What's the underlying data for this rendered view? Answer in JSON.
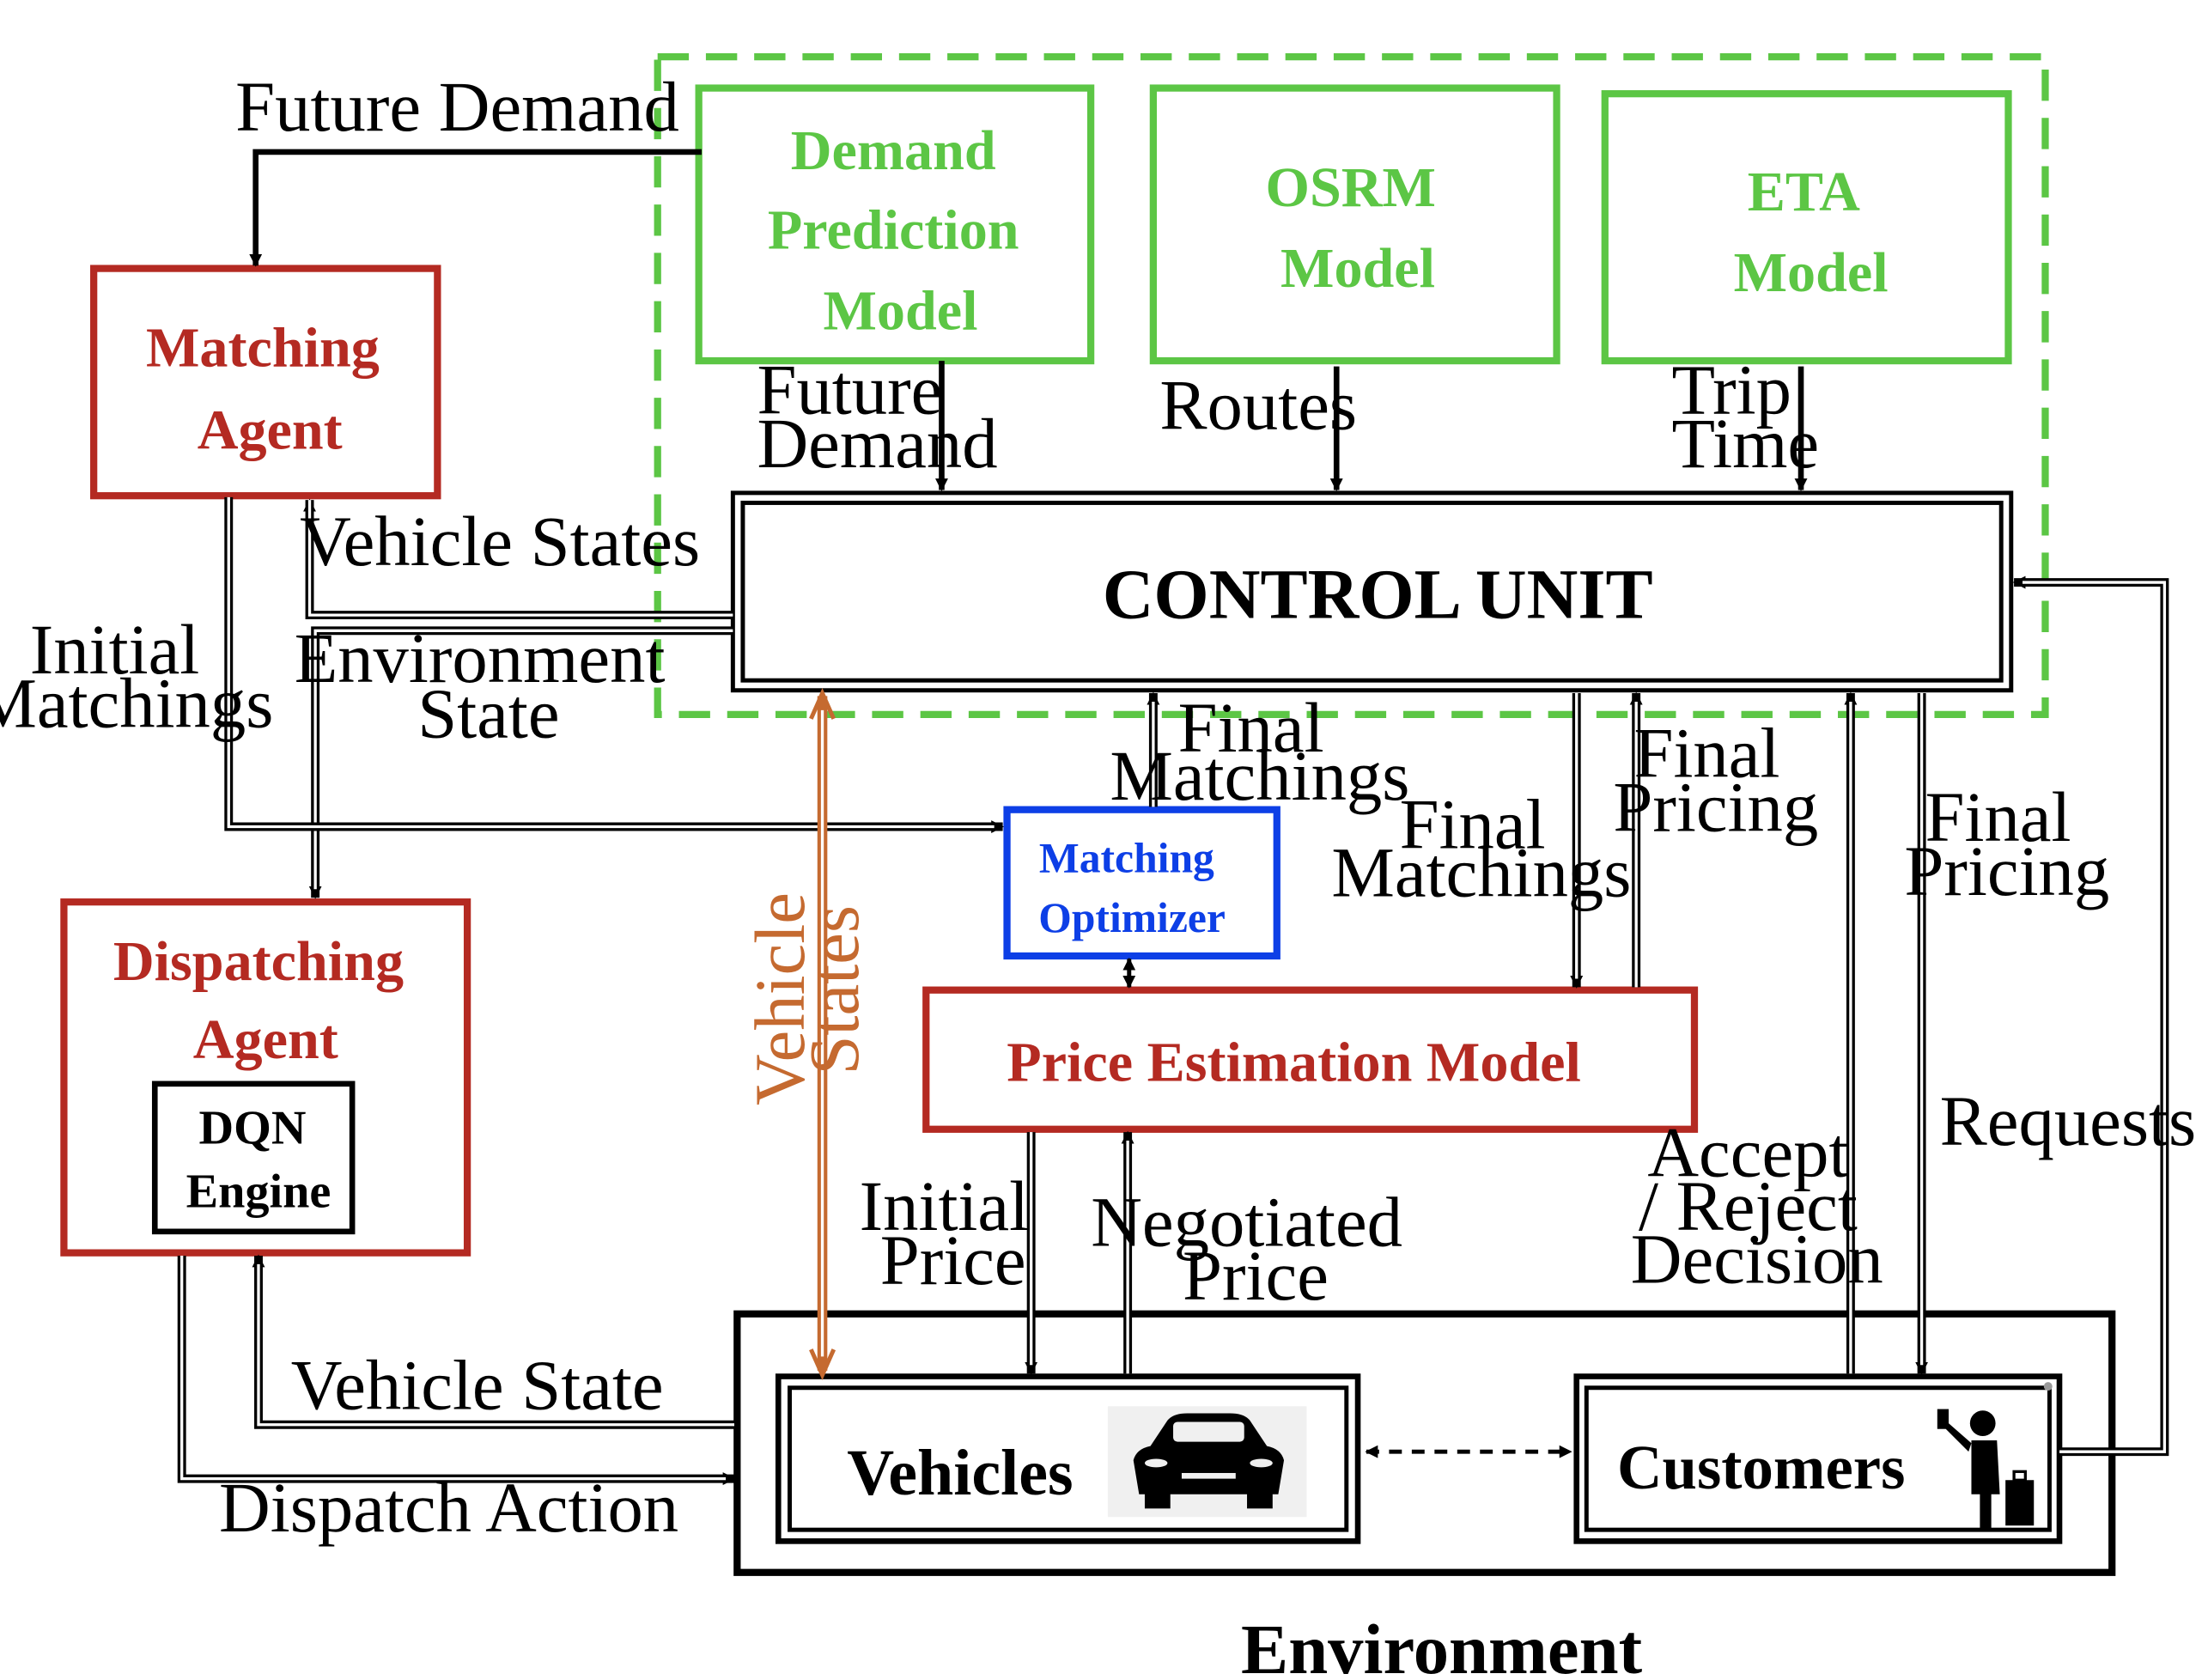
{
  "colors": {
    "green": "#5cc645",
    "red": "#b42a22",
    "blue": "#0d3fe6",
    "orange": "#c56a30",
    "black": "#000000"
  },
  "components": {
    "demand_model": [
      "Demand",
      "Prediction",
      "Model"
    ],
    "osrm_model": [
      "OSRM",
      "Model"
    ],
    "eta_model": [
      "ETA",
      "Model"
    ],
    "control_unit": "CONTROL UNIT",
    "matching_agent": [
      "Matching",
      "Agent"
    ],
    "dispatching_agent": [
      "Dispatching",
      "Agent"
    ],
    "dqn_engine": [
      "DQN",
      "Engine"
    ],
    "matching_optimizer": [
      "Matching",
      "Optimizer"
    ],
    "price_estimation_model": "Price Estimation Model",
    "vehicles": "Vehicles",
    "customers": "Customers",
    "environment": "Environment"
  },
  "icons": {
    "vehicles": "car-icon",
    "customers": "person-with-phone-and-luggage-icon"
  },
  "labels": {
    "future_demand_top": "Future Demand",
    "future_demand_down": [
      "Future",
      "Demand"
    ],
    "routes": "Routes",
    "trip_time": [
      "Trip",
      "Time"
    ],
    "vehicle_states": "Vehicle States",
    "environment_state": [
      "Environment",
      "State"
    ],
    "initial_matchings": [
      "Initial",
      "Matchings"
    ],
    "vehicle_states_vertical": [
      "Vehicle",
      "States"
    ],
    "final_matchings_top": [
      "Final",
      "Matchings"
    ],
    "final_matchings_right": [
      "Final",
      "Matchings"
    ],
    "final_pricing_mid": [
      "Final",
      "Pricing"
    ],
    "final_pricing_right": [
      "Final",
      "Pricing"
    ],
    "requests": "Requests",
    "initial_price": [
      "Initial",
      "Price"
    ],
    "negotiated_price": [
      "Negotiated",
      "Price"
    ],
    "accept_reject": [
      "Accept",
      "/ Reject",
      "Decision"
    ],
    "vehicle_state": "Vehicle State",
    "dispatch_action": "Dispatch Action"
  }
}
